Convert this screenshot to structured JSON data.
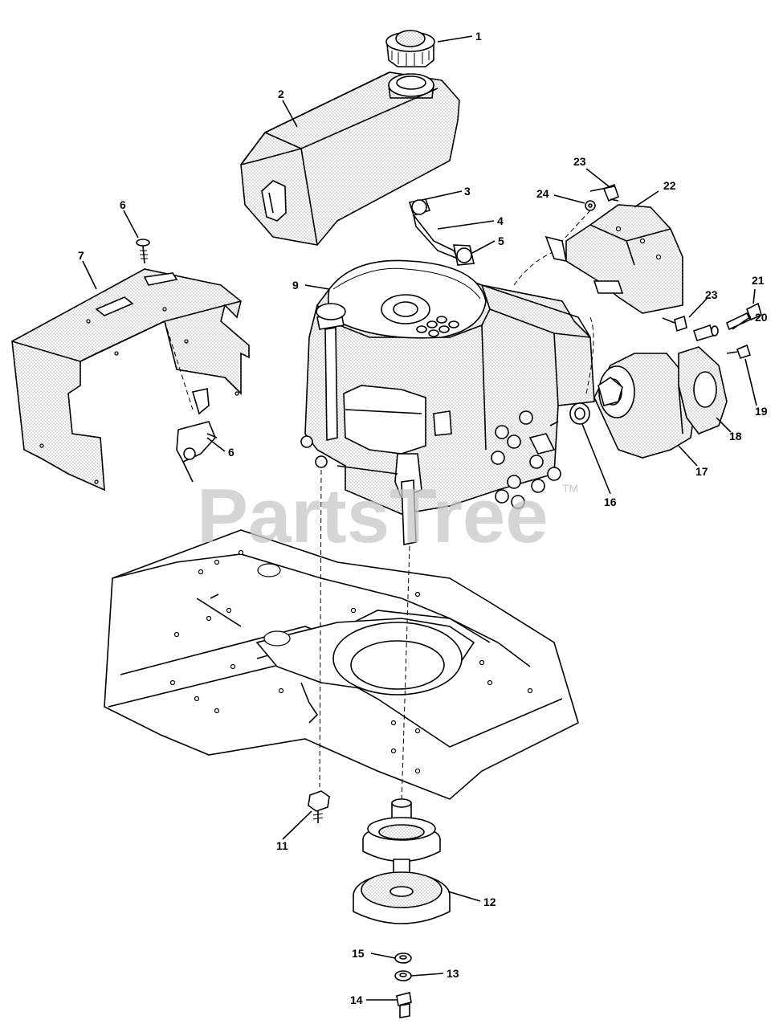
{
  "watermark": {
    "text": "PartsTree",
    "trademark": "TM"
  },
  "callouts": [
    {
      "id": "1",
      "label": "1"
    },
    {
      "id": "2",
      "label": "2"
    },
    {
      "id": "3",
      "label": "3"
    },
    {
      "id": "4",
      "label": "4"
    },
    {
      "id": "5",
      "label": "5"
    },
    {
      "id": "6a",
      "label": "6"
    },
    {
      "id": "6b",
      "label": "6"
    },
    {
      "id": "7",
      "label": "7"
    },
    {
      "id": "9",
      "label": "9"
    },
    {
      "id": "11",
      "label": "11"
    },
    {
      "id": "12",
      "label": "12"
    },
    {
      "id": "13",
      "label": "13"
    },
    {
      "id": "14",
      "label": "14"
    },
    {
      "id": "15",
      "label": "15"
    },
    {
      "id": "16",
      "label": "16"
    },
    {
      "id": "17",
      "label": "17"
    },
    {
      "id": "18",
      "label": "18"
    },
    {
      "id": "19",
      "label": "19"
    },
    {
      "id": "20",
      "label": "20"
    },
    {
      "id": "21",
      "label": "21"
    },
    {
      "id": "22",
      "label": "22"
    },
    {
      "id": "23a",
      "label": "23"
    },
    {
      "id": "23b",
      "label": "23"
    },
    {
      "id": "24",
      "label": "24"
    }
  ]
}
